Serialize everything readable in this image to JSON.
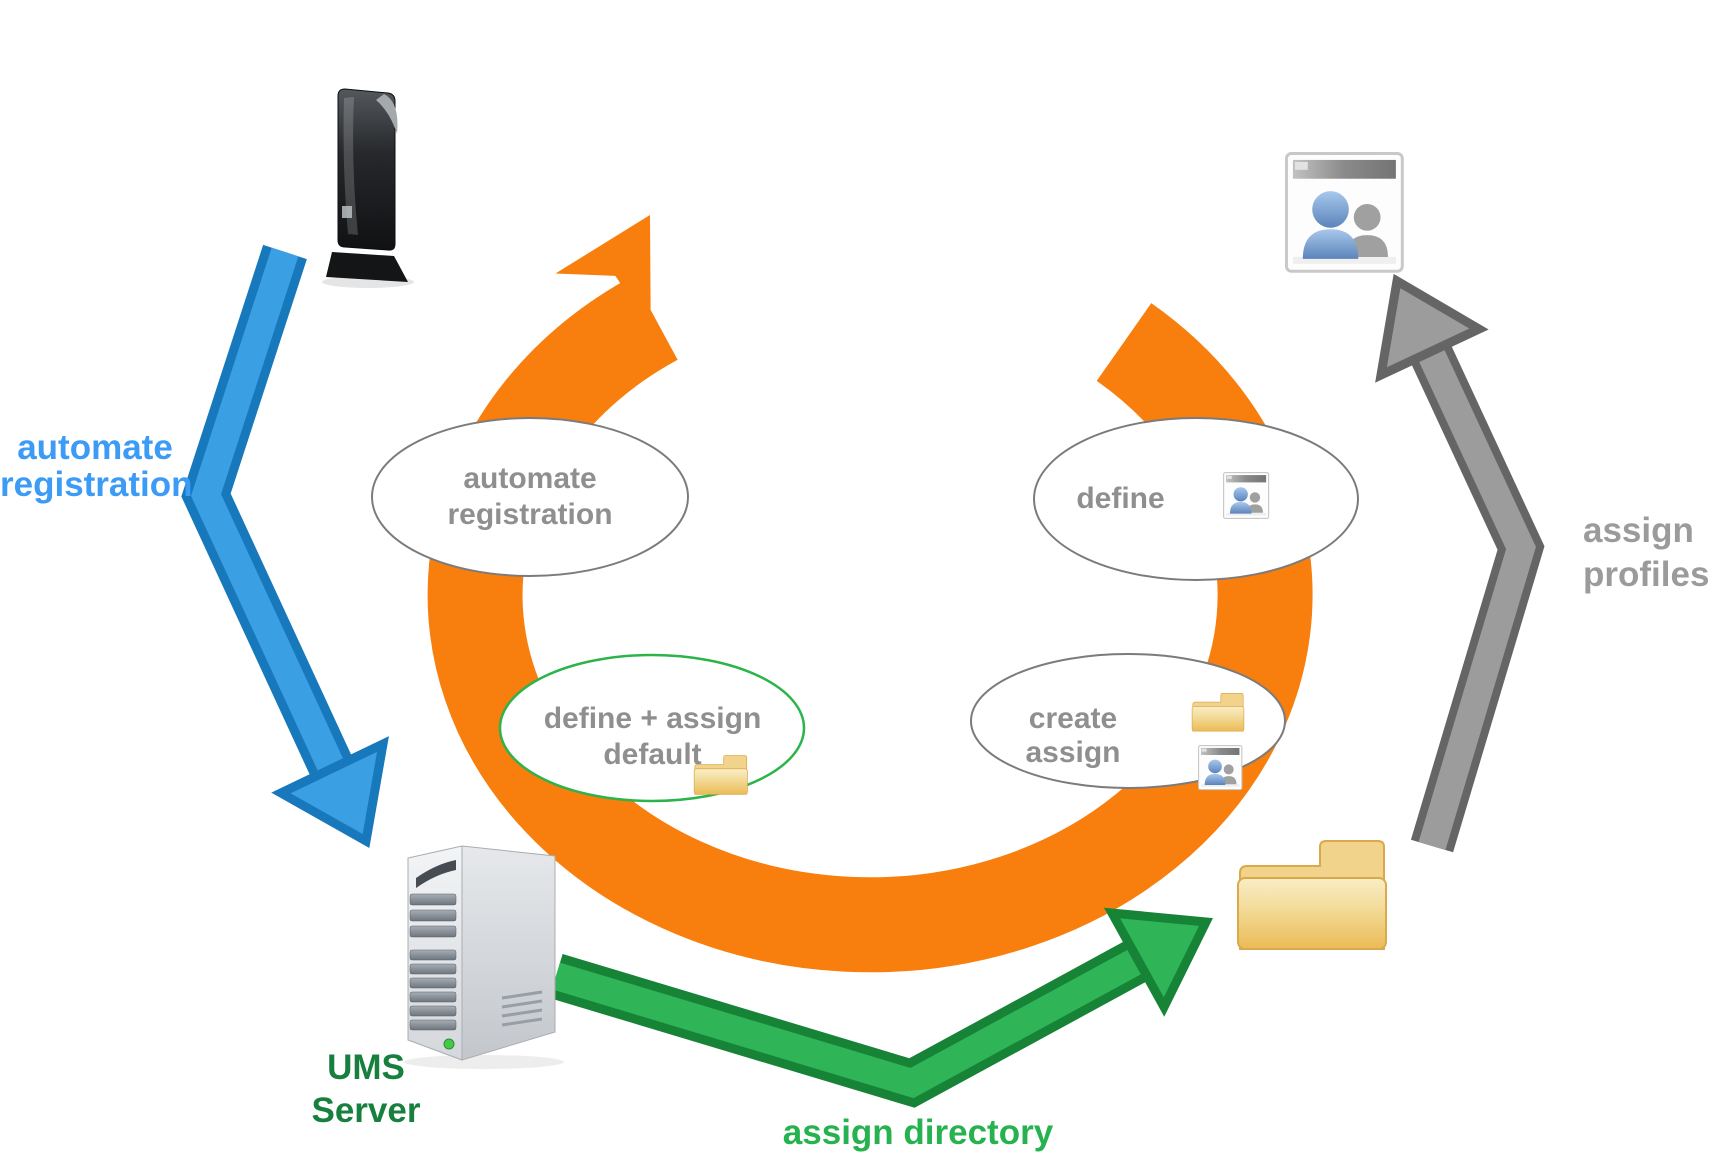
{
  "diagram": {
    "labels": {
      "automate_registration": {
        "line1": "automate",
        "line2": "registration"
      },
      "ums_server": {
        "line1": "UMS",
        "line2": "Server"
      },
      "assign_directory": "assign directory",
      "assign_profiles": {
        "line1": "assign",
        "line2": "profiles"
      }
    },
    "steps": {
      "automate_registration": {
        "line1": "automate",
        "line2": "registration"
      },
      "define_assign_default": {
        "line1": "define + assign",
        "line2": "default"
      },
      "define": {
        "label": "define"
      },
      "create_assign": {
        "line1": "create",
        "line2": "assign"
      }
    },
    "icons": {
      "thin_client": "thin-client-device-icon",
      "ums_server": "server-tower-icon",
      "directory_folder": "folder-icon",
      "user_profiles": "user-profiles-card-icon"
    },
    "colors": {
      "cycle_orange": "#F87E0E",
      "automate_arrow_fill": "#3B9FE4",
      "automate_arrow_outline": "#1878BC",
      "directory_arrow_fill": "#2FB457",
      "directory_arrow_outline": "#168336",
      "profiles_arrow_fill": "#9C9C9C",
      "profiles_arrow_outline": "#656565",
      "step_border": "#7B7B7B",
      "step_border_highlight": "#2CB34A",
      "step_text": "#8F8F8F",
      "label_blue": "#3B9BF5",
      "label_dark_green": "#17803E",
      "label_green": "#26B24E",
      "label_gray": "#9B9B9B"
    }
  }
}
